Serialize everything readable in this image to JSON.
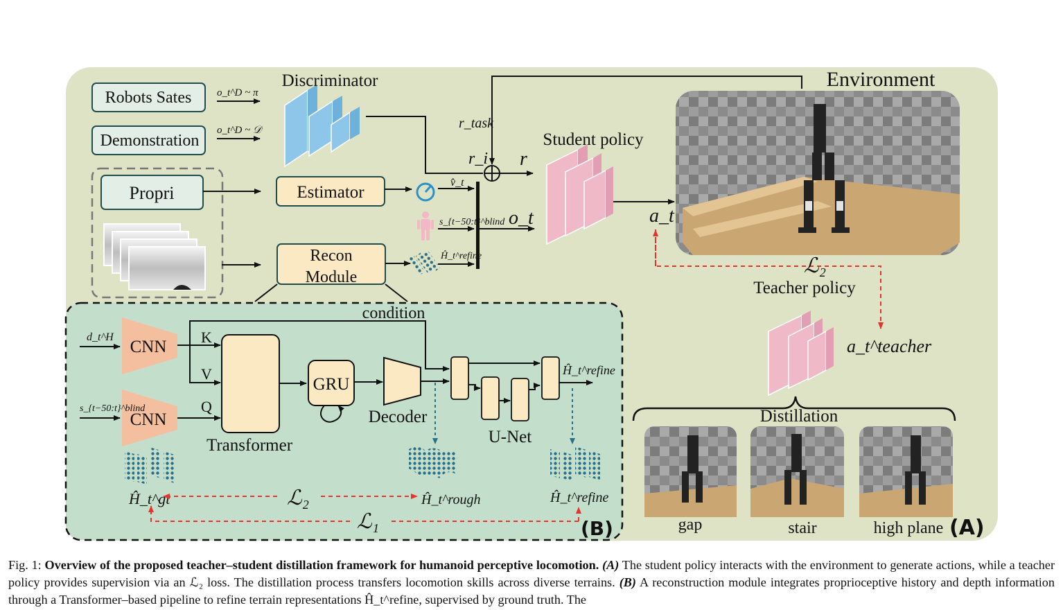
{
  "diagram": {
    "labels": {
      "robots_states": "Robots Sates",
      "demonstration": "Demonstration",
      "propri": "Propri",
      "discriminator": "Discriminator",
      "estimator": "Estimator",
      "recon_line1": "Recon",
      "recon_line2": "Module",
      "environment": "Environment",
      "student_policy": "Student policy",
      "teacher_policy": "Teacher policy",
      "distillation": "Distillation",
      "condition": "condition",
      "cnn_top": "CNN",
      "cnn_bottom": "CNN",
      "transformer": "Transformer",
      "gru": "GRU",
      "decoder": "Decoder",
      "unet": "U-Net",
      "k": "K",
      "v": "V",
      "q": "Q",
      "panel_a": "(A)",
      "panel_b": "(B)",
      "terrain_gap": "gap",
      "terrain_stair": "stair",
      "terrain_high_plane": "high plane"
    },
    "math": {
      "o_pi": "o_t^D ~ π",
      "o_d": "o_t^D ~ 𝒟",
      "r_task": "r_task",
      "r_i": "r_i",
      "r": "r",
      "v_hat": "v̂_t",
      "s_blind": "s_{t−50:t}^blind",
      "h_refine_top": "Ĥ_t^refine",
      "o_t": "o_t",
      "a_t": "a_t",
      "l2_top": "ℒ₂",
      "a_teacher": "a_t^teacher",
      "d_h": "d_t^H",
      "s_blind_b": "s_{t−50:t}^blind",
      "h_refine_unet": "Ĥ_t^refine",
      "h_gt": "Ĥ_t^gt",
      "h_rough": "Ĥ_t^rough",
      "h_refine_bottom": "Ĥ_t^refine",
      "l2_bottom": "ℒ₂",
      "l1": "ℒ₁"
    }
  },
  "caption": {
    "prefix": "Fig. 1: ",
    "title": "Overview of the proposed teacher–student distillation framework for humanoid perceptive locomotion.",
    "a_tag": "(A)",
    "a_text": " The student policy interacts with the environment to generate actions, while a teacher policy provides supervision via an ℒ₂ loss. The distillation process transfers locomotion skills across diverse terrains. ",
    "b_tag": "(B)",
    "b_text": " A reconstruction module integrates proprioceptive history and depth information through a Transformer–based pipeline to refine terrain representations Ĥ_t^refine, supervised by ground truth. The"
  },
  "colors": {
    "panel_a_bg": "#dfe3c6",
    "panel_b_bg": "#c3dfcb",
    "input_box": "#e3efe6",
    "module_box": "#fbe9c4",
    "cnn": "#f4bf9f",
    "discriminator": "#8ec6ea",
    "policy": "#f0b9c8",
    "loss_arrow": "#e8322c"
  }
}
